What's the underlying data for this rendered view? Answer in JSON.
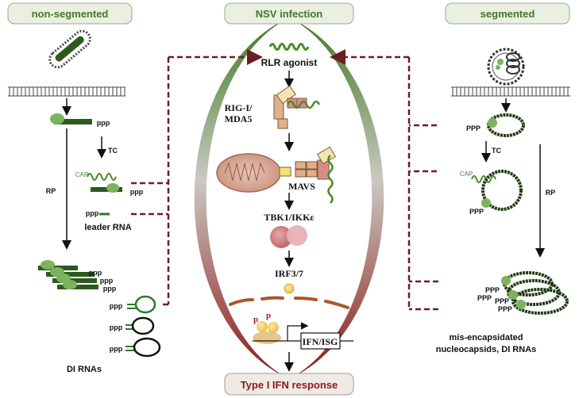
{
  "colors": {
    "accent_green": "#4a7a2a",
    "header_fill": "#e9efe1",
    "header_text_green": "#3f7a24",
    "outcome_red": "#8b1a1a",
    "dashed_arrow": "#6b1f1f",
    "membrane": "#444444"
  },
  "headers": {
    "left": "non-segmented",
    "center": "NSV infection",
    "right": "segmented",
    "outcome": "Type I IFN response"
  },
  "center_pathway": {
    "agonist": "RLR agonist",
    "sensor_line1": "RIG-I/",
    "sensor_line2": "MDA5",
    "adaptor": "MAVS",
    "kinase": "TBK1/IKKε",
    "transcription_factor": "IRF3/7",
    "phospho_1": "p",
    "phospho_2": "p",
    "gene_box": "IFN/ISG"
  },
  "left_panel": {
    "tc": "TC",
    "rp": "RP",
    "ppp_labels": [
      "ppp",
      "ppp",
      "ppp",
      "ppp",
      "ppp",
      "ppp",
      "ppp",
      "ppp",
      "ppp"
    ],
    "cap": "CAP",
    "leader_rna": "leader RNA",
    "di_rnas": "DI RNAs"
  },
  "right_panel": {
    "tc": "TC",
    "rp": "RP",
    "cap": "CAP",
    "ppp_labels": [
      "PPP",
      "PPP",
      "PPP",
      "PPP",
      "PPP",
      "PPP"
    ],
    "outcome_line1": "mis-encapsidated",
    "outcome_line2": "nucleocapsids, DI RNAs"
  }
}
